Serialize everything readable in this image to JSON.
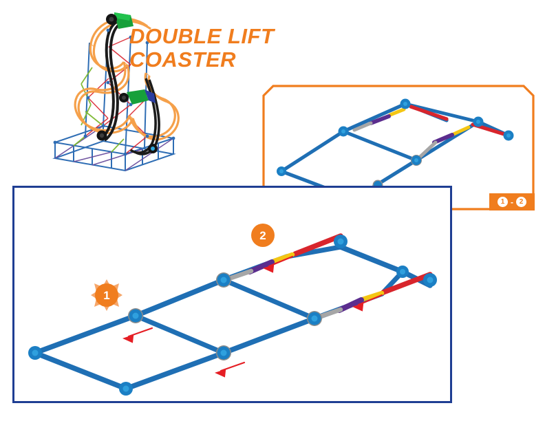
{
  "document": {
    "title_lines": "DOUBLE LIFT\nCOASTER",
    "title_color": "#F07D1E",
    "background": "#FFFFFF"
  },
  "hero": {
    "name": "roller-coaster-model-photo",
    "description": "K'NEX double lift roller coaster model",
    "colors": {
      "track": "#F5A04A",
      "rail": "#1B1B1B",
      "blue_rod": "#2E6DB4",
      "red_rod": "#D9232E",
      "green_rod": "#7CB82F",
      "purple_rod": "#6B4F9E",
      "yellow_rod": "#F2C50E",
      "gray_rod": "#9A9A9A",
      "car_green": "#17A03A",
      "car_blue": "#2B3DA0"
    }
  },
  "inset_panel": {
    "name": "step-result-inset",
    "border_color": "#F07D1E",
    "badge": {
      "from": "1",
      "to": "2",
      "separator": "-",
      "background": "#F07D1E",
      "text_color": "#FFFFFF"
    }
  },
  "main_panel": {
    "name": "assembly-instruction-panel",
    "border_color": "#1F3E93"
  },
  "steps": [
    {
      "number": "1",
      "has_burst": true,
      "badge_color": "#F07D1E",
      "burst_color": "#F6A76B"
    },
    {
      "number": "2",
      "has_burst": false,
      "badge_color": "#F07D1E",
      "burst_color": "#F6A76B"
    }
  ],
  "parts_legend": {
    "blue_rod": "#1F6FB4",
    "dark_blue_rod": "#15558C",
    "red_rod": "#D8252C",
    "yellow_rod": "#F4C613",
    "purple_connector": "#5B2D8E",
    "gray_rod": "#A6A6A6",
    "blue_connector": "#1B7FC4",
    "gray_connector": "#8C8C8C",
    "arrow_color": "#E51E24"
  }
}
